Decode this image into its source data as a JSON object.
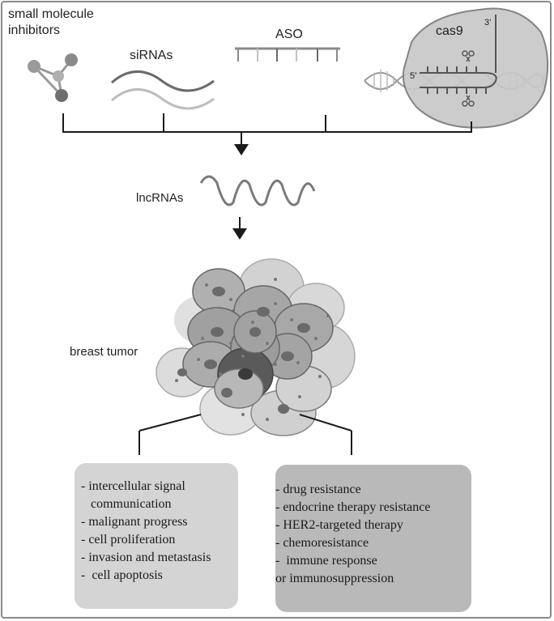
{
  "labels": {
    "small_molecule_line1": "small molecule",
    "small_molecule_line2": "inhibitors",
    "sirnas": "siRNAs",
    "aso": "ASO",
    "cas9": "cas9",
    "three_prime": "3’",
    "five_prime": "5’",
    "lncrnas": "lncRNAs",
    "breast_tumor": "breast tumor"
  },
  "left_box": {
    "items": [
      "- intercellular signal",
      "   communication",
      "- malignant progress",
      "- cell proliferation",
      "- invasion and metastasis",
      "-  cell apoptosis"
    ]
  },
  "right_box": {
    "items": [
      "- drug resistance",
      "- endocrine therapy resistance",
      "- HER2-targeted therapy",
      "- chemoresistance",
      "-  immune response",
      "or immunosuppression"
    ]
  },
  "colors": {
    "line": "#1a1a1a",
    "left_box_fill": "#d4d4d4",
    "right_box_fill": "#b9b9b9",
    "cas9_fill": "#c8c8c8",
    "tumor_dark": "#5a5a5a"
  }
}
